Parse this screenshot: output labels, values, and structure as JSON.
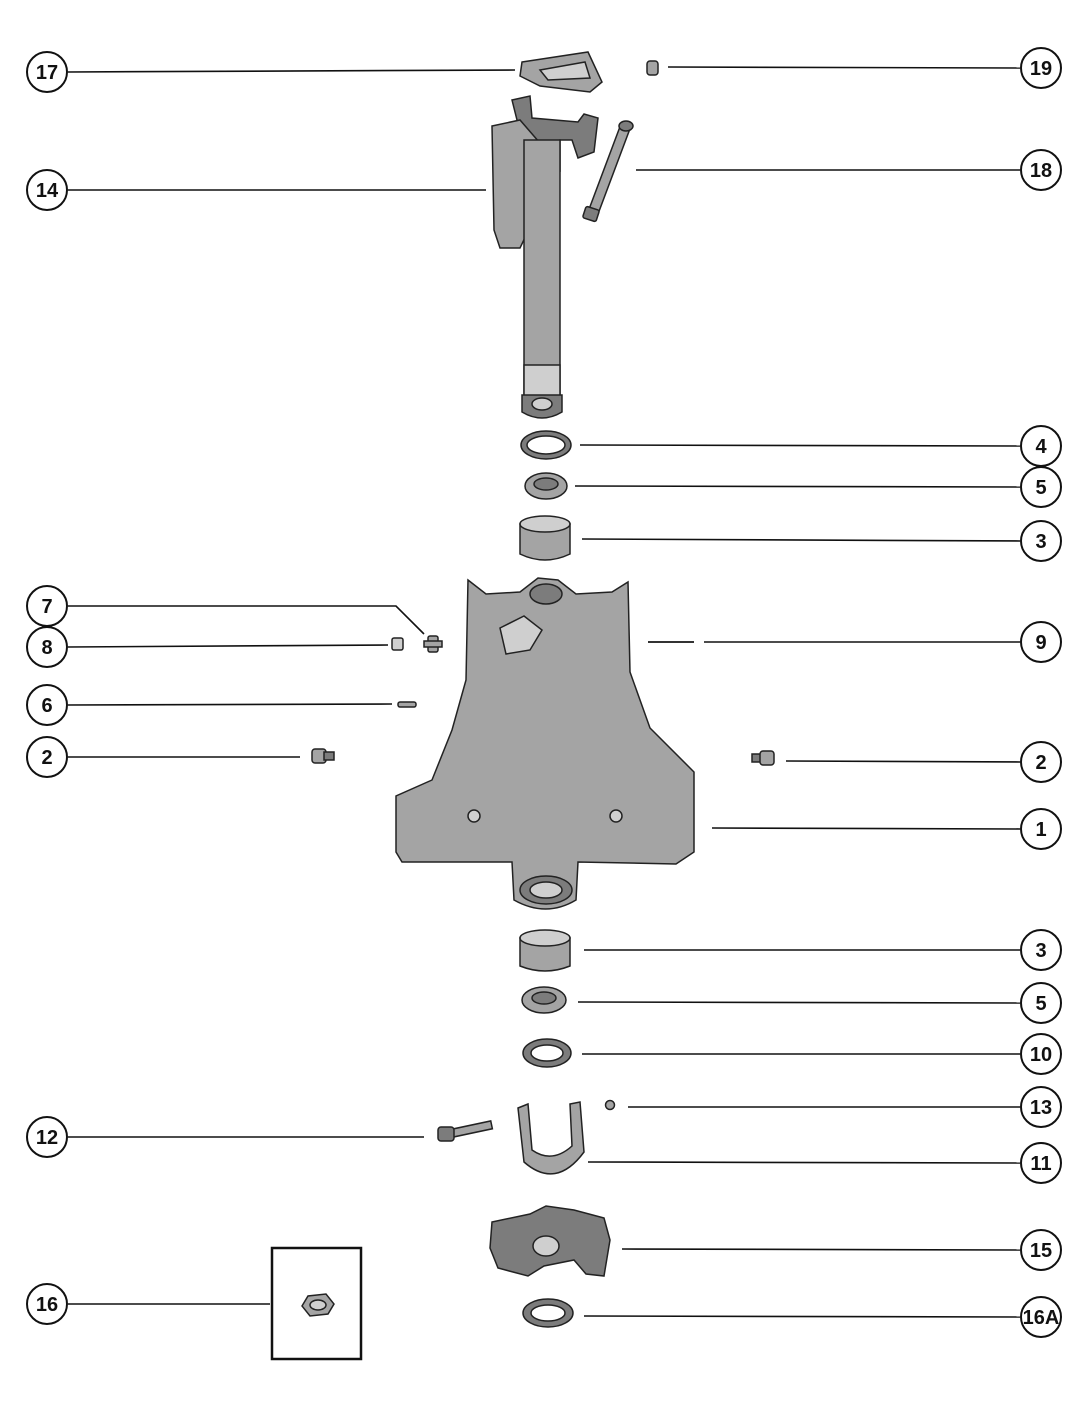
{
  "callouts": [
    {
      "label": "17"
    },
    {
      "label": "19"
    },
    {
      "label": "14"
    },
    {
      "label": "18"
    },
    {
      "label": "4"
    },
    {
      "label": "5"
    },
    {
      "label": "3"
    },
    {
      "label": "7"
    },
    {
      "label": "8"
    },
    {
      "label": "9"
    },
    {
      "label": "6"
    },
    {
      "label": "2"
    },
    {
      "label": "2"
    },
    {
      "label": "1"
    },
    {
      "label": "3"
    },
    {
      "label": "5"
    },
    {
      "label": "10"
    },
    {
      "label": "13"
    },
    {
      "label": "12"
    },
    {
      "label": "11"
    },
    {
      "label": "15"
    },
    {
      "label": "16"
    },
    {
      "label": "16A"
    }
  ]
}
